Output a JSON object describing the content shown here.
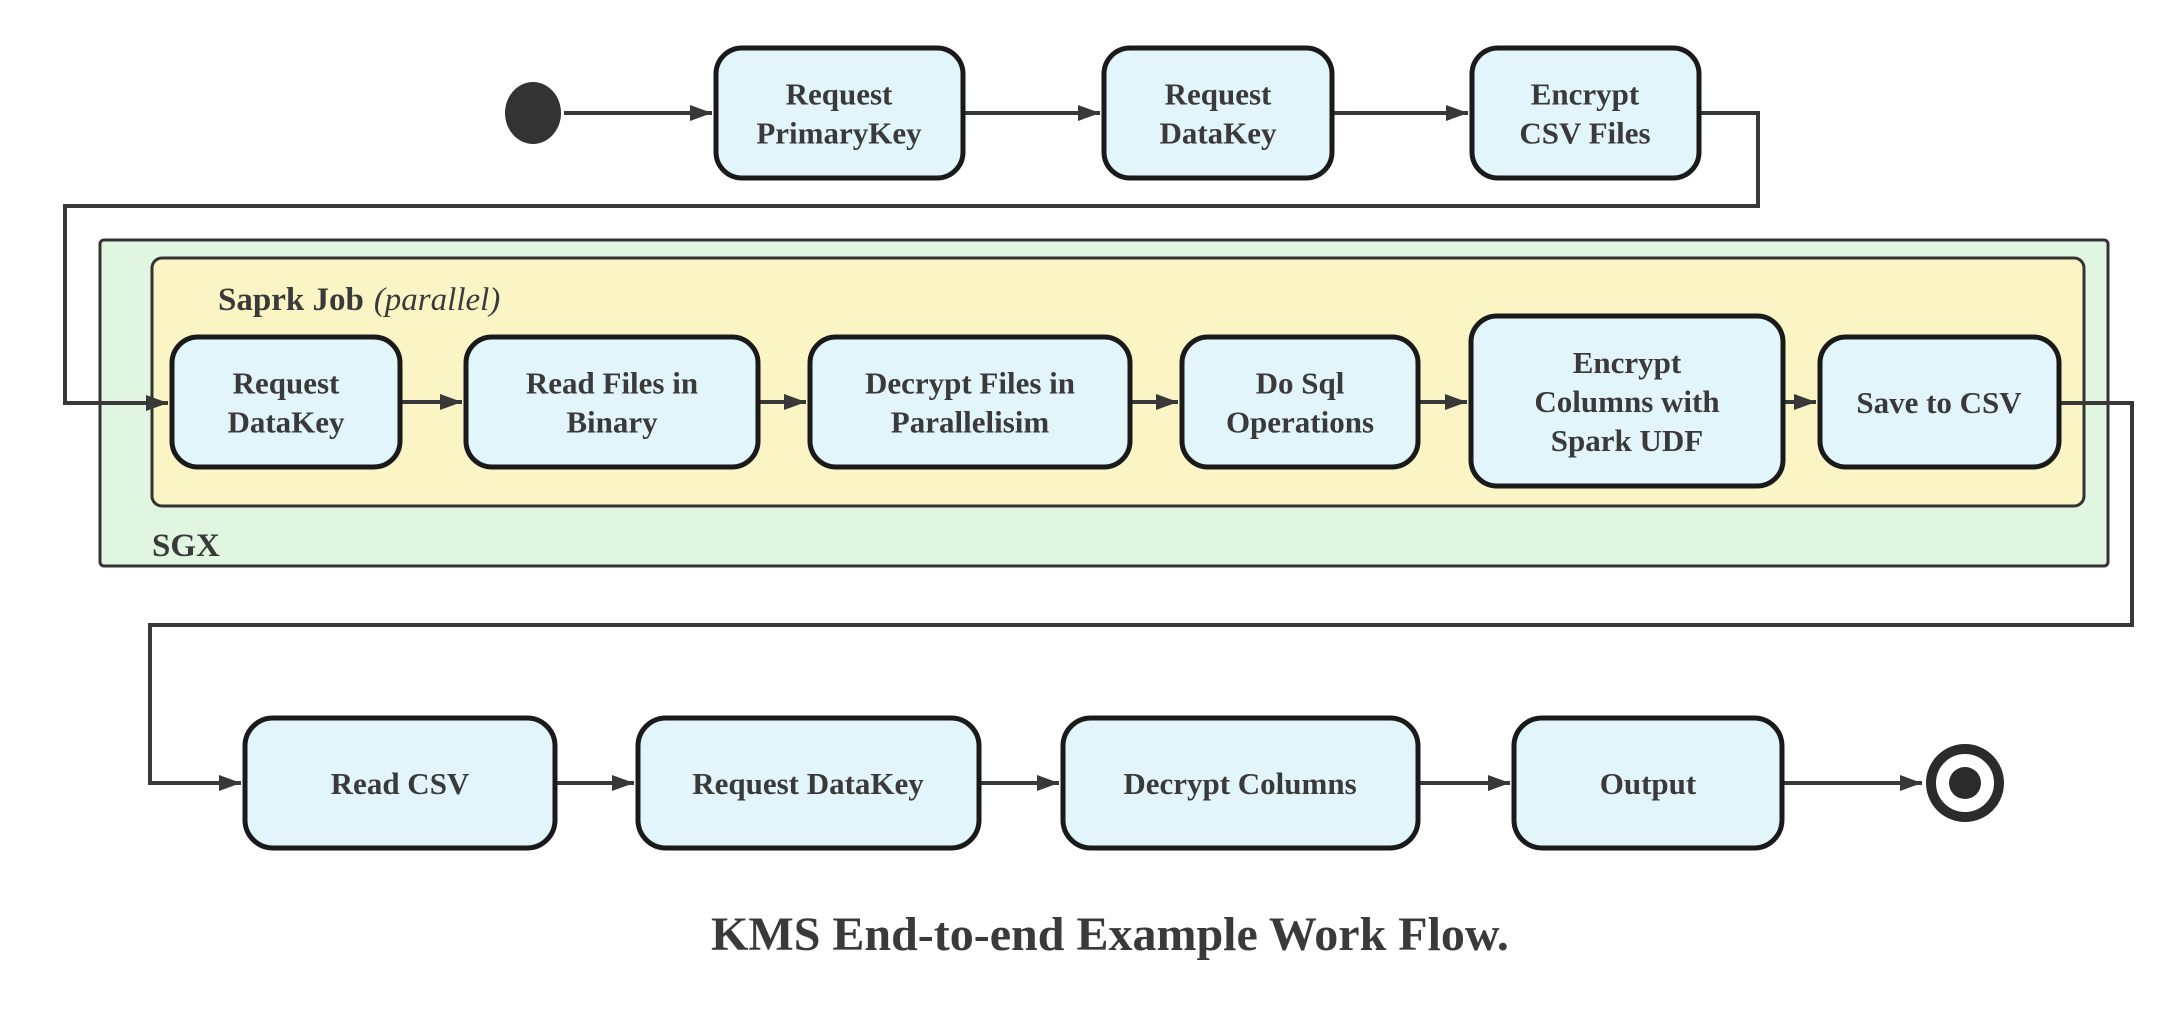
{
  "diagram": {
    "caption": "KMS End-to-end Example Work Flow.",
    "colors": {
      "node_fill": "#e1f5fa",
      "node_border": "#1a1a1a",
      "sgx_fill": "#e0f6e1",
      "spark_fill": "#fbf5c6",
      "container_border": "#333333",
      "edge": "#383838",
      "text": "#3a3a3a"
    },
    "top_row": [
      {
        "id": "request-primarykey",
        "lines": [
          "Request",
          "PrimaryKey"
        ]
      },
      {
        "id": "request-datakey",
        "lines": [
          "Request",
          "DataKey"
        ]
      },
      {
        "id": "encrypt-csv-files",
        "lines": [
          "Encrypt",
          "CSV Files"
        ]
      }
    ],
    "sgx": {
      "label": "SGX"
    },
    "spark": {
      "label_bold": "Saprk Job",
      "label_italic": "(parallel)"
    },
    "spark_row": [
      {
        "id": "spark-request-datakey",
        "lines": [
          "Request",
          "DataKey"
        ]
      },
      {
        "id": "read-files-in-binary",
        "lines": [
          "Read Files in",
          "Binary"
        ]
      },
      {
        "id": "decrypt-files-in-parallelisim",
        "lines": [
          "Decrypt Files in",
          "Parallelisim"
        ]
      },
      {
        "id": "do-sql-operations",
        "lines": [
          "Do Sql",
          "Operations"
        ]
      },
      {
        "id": "encrypt-columns-with-spark-udf",
        "lines": [
          "Encrypt",
          "Columns with",
          "Spark UDF"
        ]
      },
      {
        "id": "save-to-csv",
        "lines": [
          "Save to CSV"
        ]
      }
    ],
    "bottom_row": [
      {
        "id": "read-csv",
        "lines": [
          "Read CSV"
        ]
      },
      {
        "id": "request-datakey-final",
        "lines": [
          "Request DataKey"
        ]
      },
      {
        "id": "decrypt-columns",
        "lines": [
          "Decrypt Columns"
        ]
      },
      {
        "id": "output",
        "lines": [
          "Output"
        ]
      }
    ]
  }
}
